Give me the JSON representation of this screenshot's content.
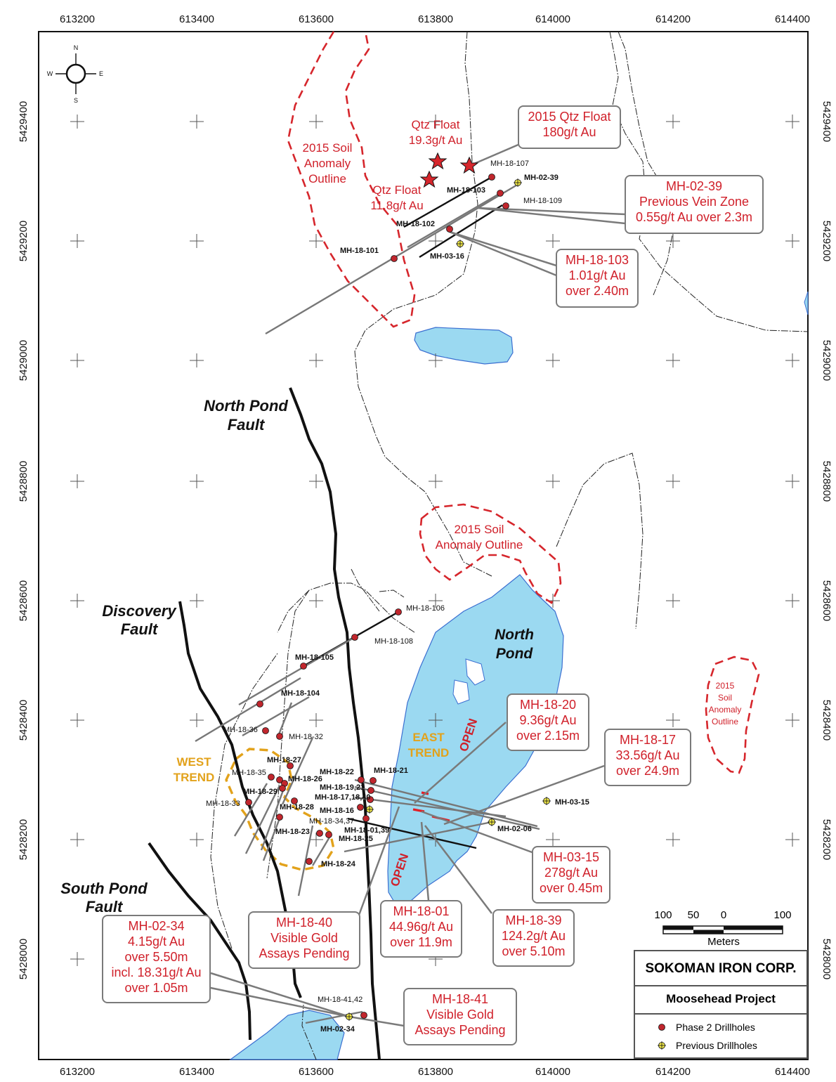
{
  "x_ticks": [
    "613200",
    "613400",
    "613600",
    "613800",
    "614000",
    "614200",
    "614400"
  ],
  "y_ticks": [
    "5429400",
    "5429200",
    "5429000",
    "5428800",
    "5428600",
    "5428400",
    "5428200",
    "5428000"
  ],
  "compass": {
    "n": "N",
    "s": "S",
    "e": "E",
    "w": "W"
  },
  "faults": {
    "north_pond": [
      "North Pond",
      "Fault"
    ],
    "discovery": [
      "Discovery",
      "Fault"
    ],
    "south_pond": [
      "South Pond",
      "Fault"
    ]
  },
  "pond": [
    "North",
    "Pond"
  ],
  "soil_anomaly_1": [
    "2015 Soil",
    "Anomaly",
    "Outline"
  ],
  "soil_anomaly_2": [
    "2015 Soil",
    "Anomaly Outline"
  ],
  "soil_anomaly_3": [
    "2015",
    "Soil",
    "Anomaly",
    "Outline"
  ],
  "qtz_float_1": [
    "Qtz Float",
    "19.3g/t Au"
  ],
  "qtz_float_2": [
    "Qtz Float",
    "11.8g/t Au"
  ],
  "trends": {
    "west": [
      "WEST",
      "TREND"
    ],
    "east": [
      "EAST",
      "TREND"
    ]
  },
  "open_label": "OPEN",
  "holes": {
    "h107": "MH-18-107",
    "h0239": "MH-02-39",
    "h103": "MH-18-103",
    "h109": "MH-18-109",
    "h102": "MH-18-102",
    "h101": "MH-18-101",
    "h0316": "MH-03-16",
    "h106": "MH-18-106",
    "h108": "MH-18-108",
    "h105": "MH-18-105",
    "h104": "MH-18-104",
    "h36": "MH-18-36",
    "h32": "MH-18-32",
    "h27": "MH-18-27",
    "h35": "MH-18-35",
    "h26": "MH-18-26",
    "h29": "MH-18-29",
    "h33": "MH-18-33",
    "h28": "MH-18-28",
    "h22": "MH-18-22",
    "h21": "MH-18-21",
    "h19": "MH-18-19,21",
    "h17": "MH-18-17,18,40",
    "h16": "MH-18-16",
    "h34": "MH-18-34,37",
    "h23": "MH-18-23",
    "h01": "MH-18-01,39",
    "h25": "MH-18-25",
    "h24": "MH-18-24",
    "h0315": "MH-03-15",
    "h0206": "MH-02-06",
    "h41": "MH-18-41,42",
    "h0234": "MH-02-34"
  },
  "callouts": {
    "c_2015qtz": [
      "2015 Qtz Float",
      "180g/t Au"
    ],
    "c_0239": [
      "MH-02-39",
      "Previous Vein Zone",
      "0.55g/t Au over 2.3m"
    ],
    "c_103": [
      "MH-18-103",
      "1.01g/t Au",
      "over 2.40m"
    ],
    "c_20": [
      "MH-18-20",
      "9.36g/t Au",
      "over 2.15m"
    ],
    "c_17": [
      "MH-18-17",
      "33.56g/t Au",
      "over 24.9m"
    ],
    "c_0315": [
      "MH-03-15",
      "278g/t Au",
      "over 0.45m"
    ],
    "c_40": [
      "MH-18-40",
      "Visible Gold",
      "Assays Pending"
    ],
    "c_01": [
      "MH-18-01",
      "44.96g/t Au",
      "over 11.9m"
    ],
    "c_39": [
      "MH-18-39",
      "124.2g/t Au",
      "over 5.10m"
    ],
    "c_0234": [
      "MH-02-34",
      "4.15g/t Au",
      "over 5.50m",
      "incl. 18.31g/t Au",
      "over 1.05m"
    ],
    "c_41": [
      "MH-18-41",
      "Visible Gold",
      "Assays Pending"
    ]
  },
  "scale": {
    "labels": [
      "100",
      "50",
      "0",
      "100"
    ],
    "unit": "Meters"
  },
  "legend": {
    "company": "SOKOMAN IRON CORP.",
    "project": "Moosehead Project",
    "items": [
      "Phase 2 Drillholes",
      "Previous Drillholes"
    ]
  },
  "colors": {
    "water": "#9bd9f1",
    "water_edge": "#3b6fd1",
    "anomaly": "#d6262c",
    "trend": "#e2a21b",
    "drill_red": "#c0262d",
    "drill_prev": "#f1e94a"
  }
}
